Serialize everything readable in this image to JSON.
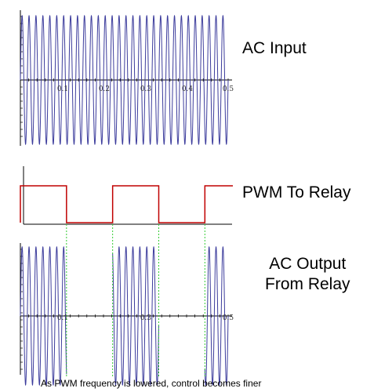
{
  "panels": {
    "ac_input": {
      "label": "AC Input",
      "x_ticks": [
        "0.1",
        "0.2",
        "0.3",
        "0.4",
        "0.5"
      ],
      "wave_color": "#3c3c9c"
    },
    "pwm": {
      "label": "PWM To Relay",
      "line_color": "#c00000",
      "on_intervals": [
        [
          0.0,
          0.111
        ],
        [
          0.222,
          0.333
        ],
        [
          0.444,
          0.5
        ]
      ]
    },
    "ac_output": {
      "label_line1": "AC Output",
      "label_line2": "From Relay",
      "x_ticks": [
        "0.1",
        "0.3",
        "0.5"
      ],
      "wave_color": "#3c3c9c",
      "guide_color": "#33cc33"
    }
  },
  "caption": "As PWM frequency is lowered, control becomes finer"
}
